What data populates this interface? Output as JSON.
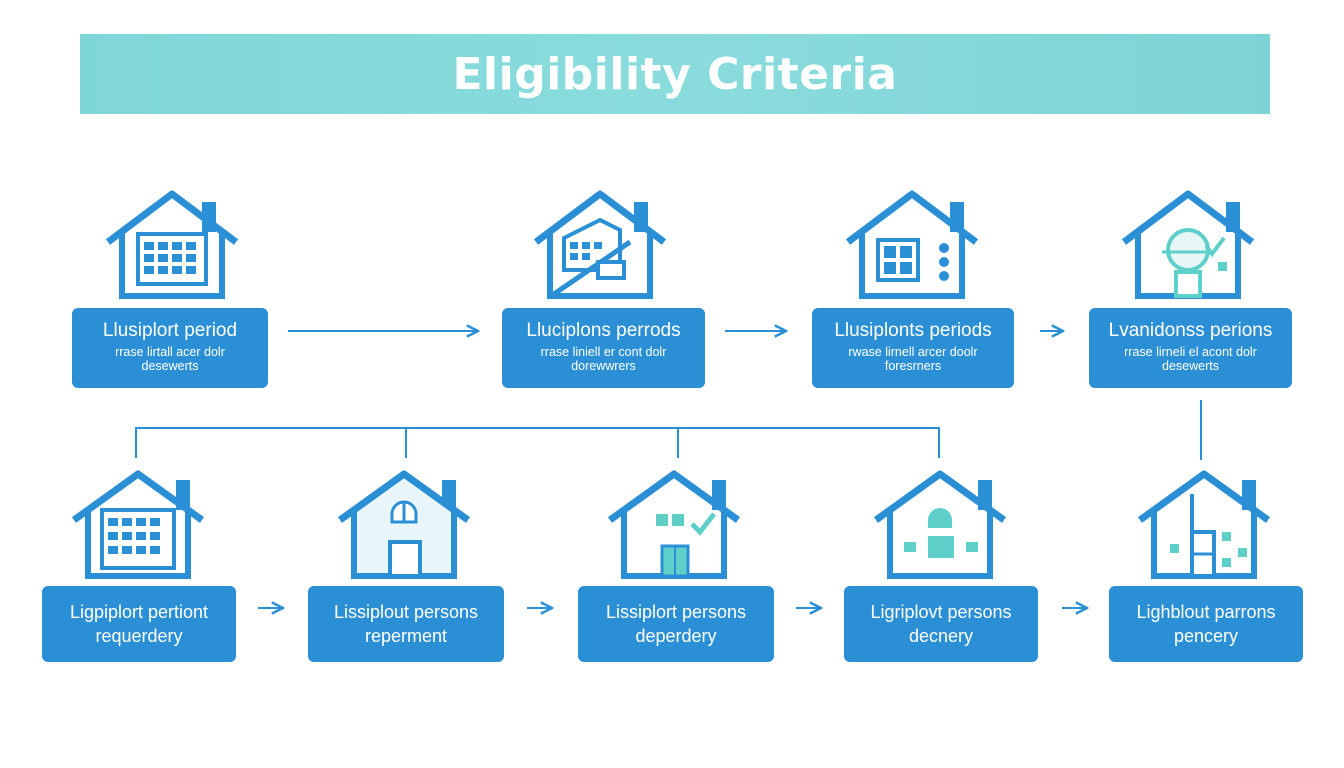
{
  "header": {
    "title": "Eligibility Criteria"
  },
  "colors": {
    "banner": "#86d9da",
    "accent": "#2b8fd6",
    "teal": "#5fcfc9",
    "connector": "#2b8fd6"
  },
  "top_row": [
    {
      "title": "Llusiplort period",
      "line1": "rrase lirtall acer dolr",
      "line2": "desewerts",
      "icon": "house-calendar-icon"
    },
    {
      "title": "Lluciplons perrods",
      "line1": "rrase liniell er cont dolr",
      "line2": "dorewwrers",
      "icon": "house-building-icon"
    },
    {
      "title": "Llusiplonts periods",
      "line1": "rwase lirnell arcer doolr",
      "line2": "foresrners",
      "icon": "house-window-icon"
    },
    {
      "title": "Lvanidonss perions",
      "line1": "rrase lirneli el acont dolr",
      "line2": "desewerts",
      "icon": "house-badge-icon"
    }
  ],
  "bottom_row": [
    {
      "title": "Ligpiplort pertiont",
      "line1": "requerdery",
      "icon": "house-calendar-icon"
    },
    {
      "title": "Lissiplout persons",
      "line1": "reperment",
      "icon": "house-door-icon"
    },
    {
      "title": "Lissiplort persons",
      "line1": "deperdery",
      "icon": "house-check-icon"
    },
    {
      "title": "Ligriplovt persons",
      "line1": "decnery",
      "icon": "house-arch-icon"
    },
    {
      "title": "Lighblout parrons",
      "line1": "pencery",
      "icon": "house-split-icon"
    }
  ]
}
